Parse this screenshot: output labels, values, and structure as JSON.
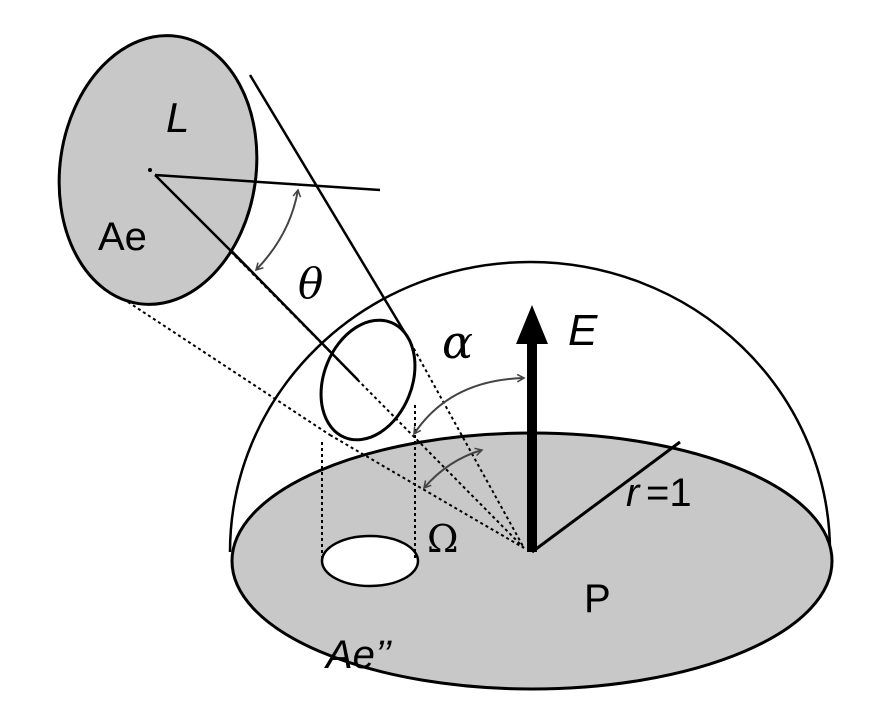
{
  "labels": {
    "luminance": "L",
    "source_area": "Ae",
    "theta": "θ",
    "alpha": "α",
    "illuminance": "E",
    "solid_angle": "Ω",
    "radius": "r",
    "radius_value": "=1",
    "point": "P",
    "projected_area": "Ae’’"
  },
  "colors": {
    "fill_gray": "#c8c8c8",
    "line": "#000000",
    "arrow_gray": "#444444",
    "background": "#ffffff"
  }
}
